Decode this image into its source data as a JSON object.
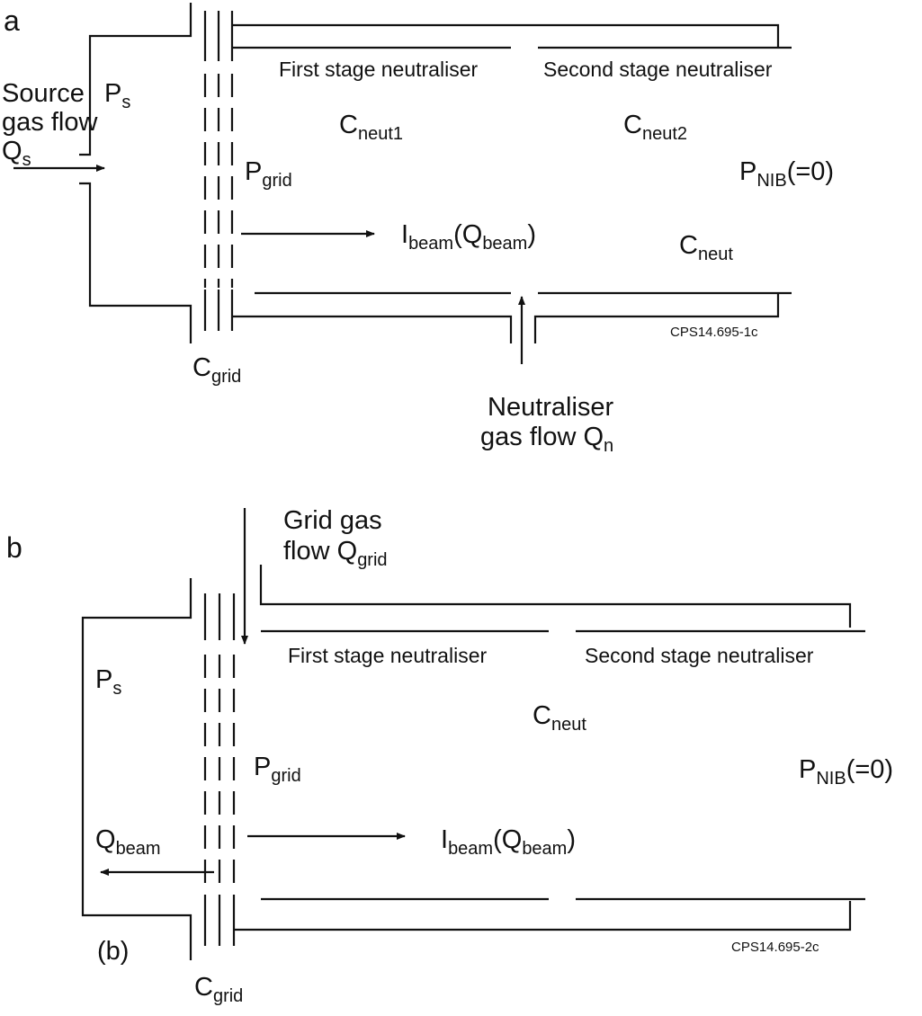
{
  "colors": {
    "ink": "#111111",
    "background": "#ffffff"
  },
  "panel_a": {
    "panel_label": "a",
    "source_gas_flow": {
      "line1": "Source",
      "line2": "gas flow",
      "symbol": "Q",
      "sub": "s"
    },
    "ps": {
      "symbol": "P",
      "sub": "s"
    },
    "first_stage": "First stage neutraliser",
    "second_stage": "Second stage neutraliser",
    "c_neut1": {
      "symbol": "C",
      "sub": "neut1"
    },
    "c_neut2": {
      "symbol": "C",
      "sub": "neut2"
    },
    "p_grid": {
      "symbol": "P",
      "sub": "grid"
    },
    "p_nib": {
      "symbol": "P",
      "sub": "NIB",
      "suffix": "(=0)"
    },
    "i_beam": {
      "symbol": "I",
      "sub": "beam",
      "open": "(Q",
      "sub2": "beam",
      "close": ")"
    },
    "c_neut": {
      "symbol": "C",
      "sub": "neut"
    },
    "code": "CPS14.695-1c",
    "c_grid": {
      "symbol": "C",
      "sub": "grid"
    },
    "neutraliser_gas_flow": {
      "line1": "Neutraliser",
      "line2": "gas flow Q",
      "sub": "n"
    }
  },
  "panel_b": {
    "panel_label": "b",
    "grid_gas_flow": {
      "line1": "Grid gas",
      "line2": "flow Q",
      "sub": "grid"
    },
    "first_stage": "First stage neutraliser",
    "second_stage": "Second stage neutraliser",
    "ps": {
      "symbol": "P",
      "sub": "s"
    },
    "c_neut": {
      "symbol": "C",
      "sub": "neut"
    },
    "p_grid": {
      "symbol": "P",
      "sub": "grid"
    },
    "p_nib": {
      "symbol": "P",
      "sub": "NIB",
      "suffix": "(=0)"
    },
    "q_beam": {
      "symbol": "Q",
      "sub": "beam"
    },
    "i_beam": {
      "symbol": "I",
      "sub": "beam",
      "open": "(Q",
      "sub2": "beam",
      "close": ")"
    },
    "paren_label": "(b)",
    "code": "CPS14.695-2c",
    "c_grid": {
      "symbol": "C",
      "sub": "grid"
    }
  }
}
